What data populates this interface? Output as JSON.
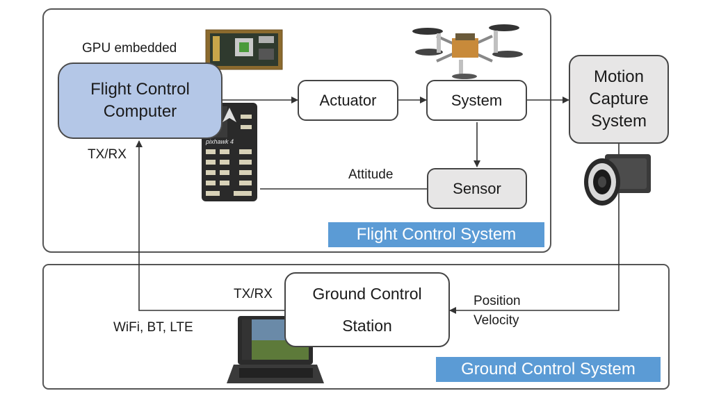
{
  "nodes": {
    "flight_control_computer": "Flight Control\nComputer",
    "actuator": "Actuator",
    "system": "System",
    "sensor": "Sensor",
    "motion_capture": "Motion\nCapture\nSystem",
    "ground_control_station_line1": "Ground Control",
    "ground_control_station_line2": "Station"
  },
  "labels": {
    "gpu_embedded": "GPU embedded",
    "tx_rx_top": "TX/RX",
    "attitude": "Attitude",
    "tx_rx_bottom": "TX/RX",
    "wifi_bt_lte": "WiFi, BT, LTE",
    "position": "Position",
    "velocity": "Velocity",
    "pixhawk_text": "pixhawk 4"
  },
  "groups": {
    "flight_control_system": "Flight Control System",
    "ground_control_system": "Ground Control System"
  },
  "colors": {
    "accent_blue": "#5b9bd5",
    "computer_fill": "#b4c7e7",
    "gray_fill": "#e7e6e6",
    "line": "#333333"
  },
  "icons": [
    "gpu-board-image",
    "pixhawk-controller-image",
    "quadcopter-drone-image",
    "motion-capture-camera-image",
    "rugged-laptop-image"
  ]
}
